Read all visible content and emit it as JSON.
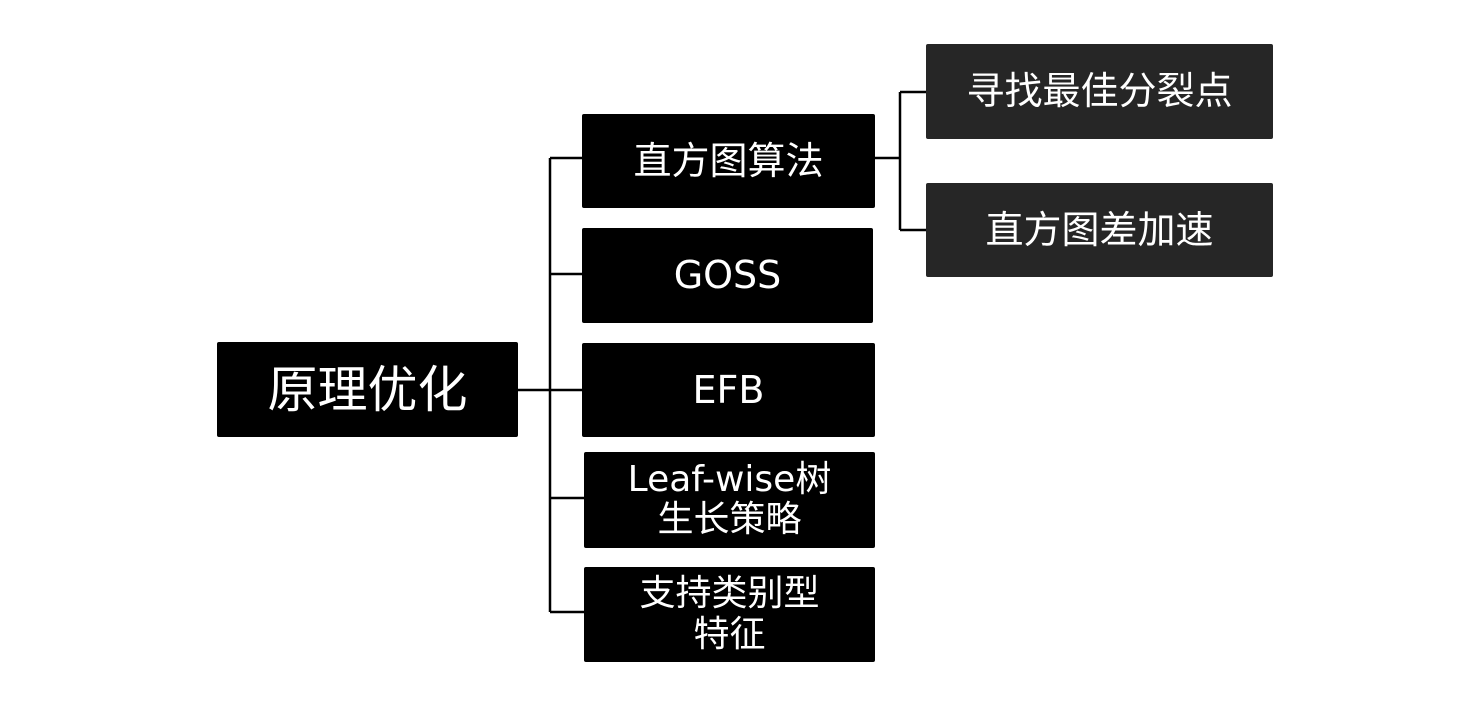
{
  "root": {
    "label": "原理优化"
  },
  "branches": [
    {
      "label": "直方图算法"
    },
    {
      "label": "GOSS"
    },
    {
      "label": "EFB"
    },
    {
      "label": "Leaf-wise树\n生长策略"
    },
    {
      "label": "支持类别型\n特征"
    }
  ],
  "sub_branches": [
    {
      "label": "寻找最佳分裂点"
    },
    {
      "label": "直方图差加速"
    }
  ],
  "colors": {
    "primary_node": "#000000",
    "secondary_node": "#262626",
    "connector": "#000000",
    "text": "#ffffff"
  }
}
